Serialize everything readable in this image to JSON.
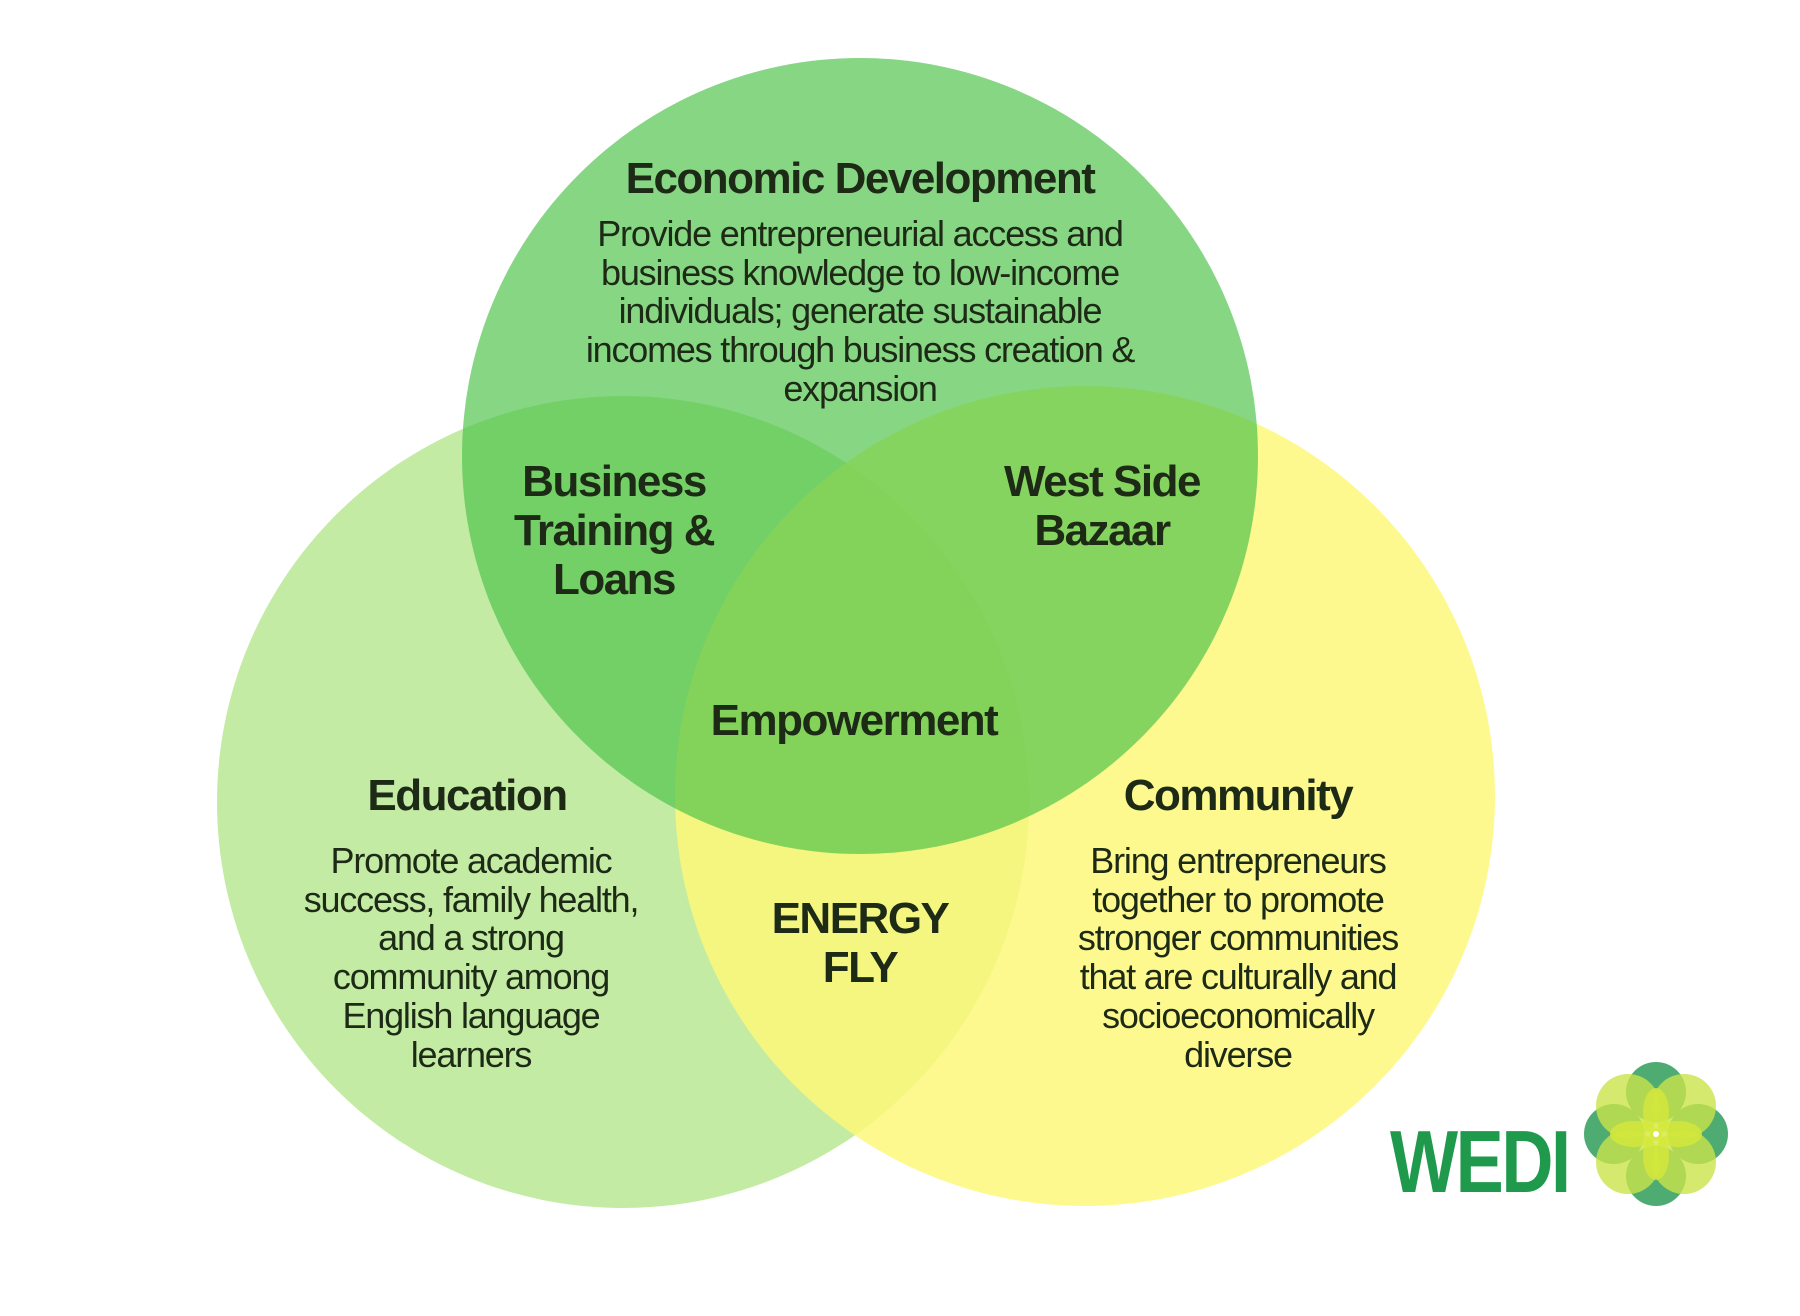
{
  "colors": {
    "economic": "#7fd37c",
    "education": "#c2eba1",
    "community": "#fdf98c",
    "logo_green": "#1f9a4c"
  },
  "economic": {
    "title": "Economic Development",
    "lines": [
      "Provide entrepreneurial access and",
      "business knowledge to low-income",
      "individuals; generate sustainable",
      "incomes through business creation &",
      "expansion"
    ]
  },
  "education": {
    "title": "Education",
    "lines": [
      "Promote academic",
      "success, family health,",
      "and a strong",
      "community among",
      "English language",
      "learners"
    ]
  },
  "community": {
    "title": "Community",
    "lines": [
      "Bring entrepreneurs",
      "together to promote",
      "stronger communities",
      "that are culturally and",
      "socioeconomically",
      "diverse"
    ]
  },
  "overlaps": {
    "economic_education": [
      "Business",
      "Training &",
      "Loans"
    ],
    "economic_community": [
      "West Side",
      "Bazaar"
    ],
    "education_community": [
      "ENERGY",
      "FLY"
    ],
    "center": "Empowerment"
  },
  "logo": {
    "text": "WEDI"
  }
}
